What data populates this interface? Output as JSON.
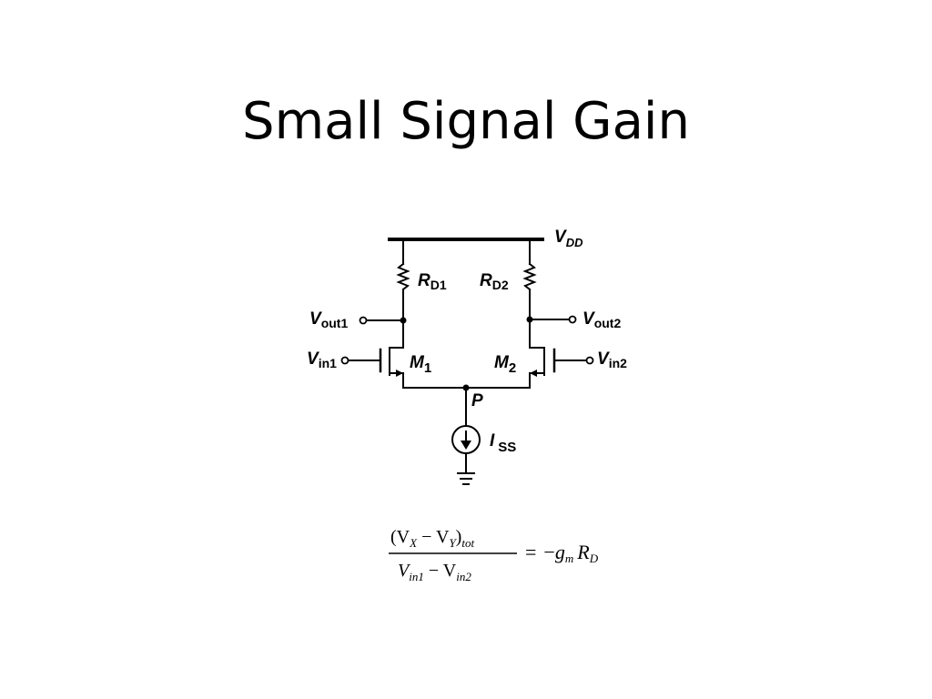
{
  "slide": {
    "title": "Small Signal Gain"
  },
  "circuit": {
    "supply": {
      "main": "V",
      "sub": "DD"
    },
    "rd1": {
      "main": "R",
      "sub": "D1"
    },
    "rd2": {
      "main": "R",
      "sub": "D2"
    },
    "vout1": {
      "main": "V",
      "sub": "out1"
    },
    "vout2": {
      "main": "V",
      "sub": "out2"
    },
    "vin1": {
      "main": "V",
      "sub": "in1"
    },
    "vin2": {
      "main": "V",
      "sub": "in2"
    },
    "m1": {
      "main": "M",
      "sub": "1"
    },
    "m2": {
      "main": "M",
      "sub": "2"
    },
    "node_p": "P",
    "iss": {
      "main": "I",
      "sub": "SS"
    }
  },
  "equation": {
    "num_open": "(V",
    "num_x": "X",
    "num_minus": " − V",
    "num_y": "Y",
    "num_close": ")",
    "num_tot": "tot",
    "den_v1": "V",
    "den_in1": "in1",
    "den_minus": " − V",
    "den_in2": "in2",
    "equals": "=",
    "rhs_minus": "−",
    "rhs_g": "g",
    "rhs_m": "m",
    "rhs_r": "R",
    "rhs_d": "D"
  }
}
